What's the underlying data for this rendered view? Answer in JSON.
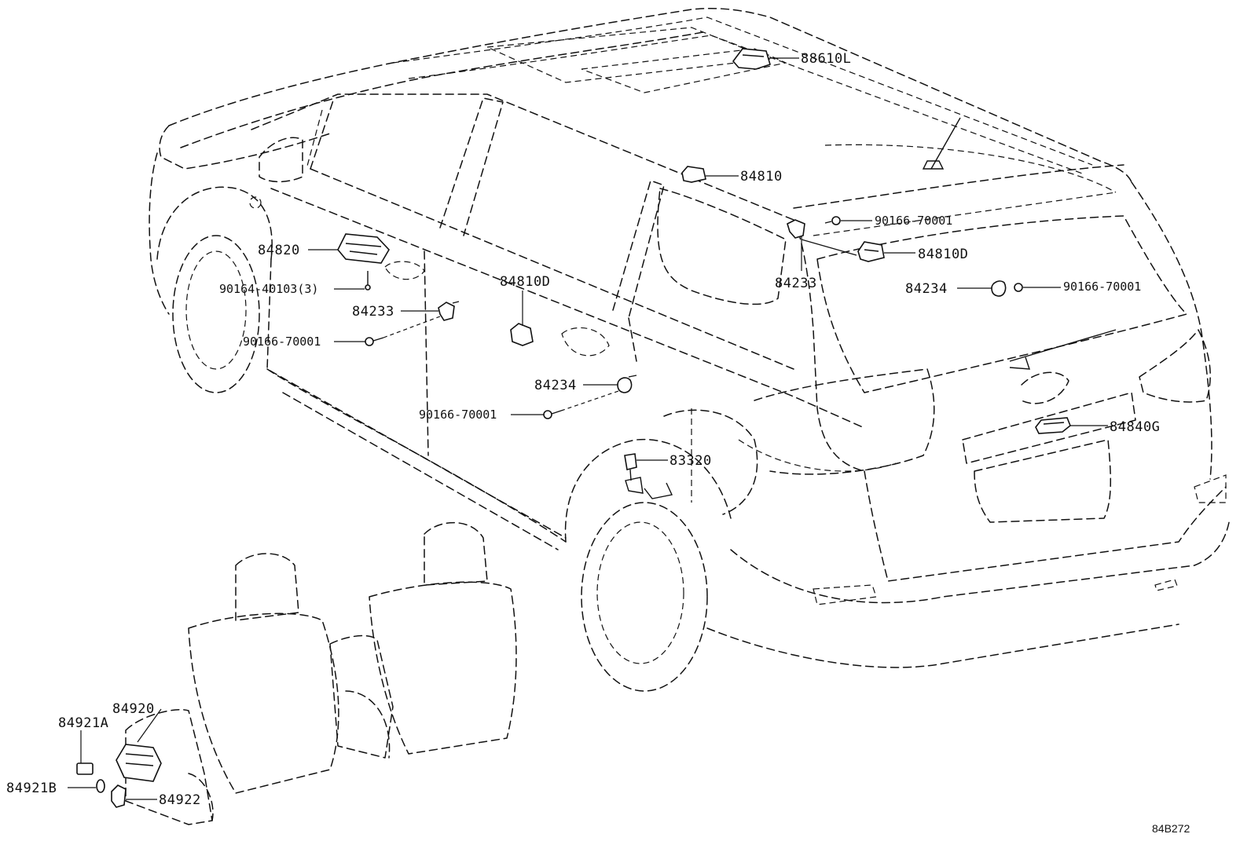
{
  "diagram": {
    "ref_code": "84B272",
    "callouts": {
      "p88610L": "88610L",
      "p84810_top": "84810",
      "p90166_top": "90166-70001",
      "p84810D_right": "84810D",
      "p84233_right": "84233",
      "p84234_right": "84234",
      "p90166_right": "90166-70001",
      "p84820": "84820",
      "p90164": "90164-40103(3)",
      "p84233_left": "84233",
      "p90166_left": "90166-70001",
      "p84810D_center": "84810D",
      "p84234_center": "84234",
      "p90166_center": "90166-70001",
      "p84840G": "84840G",
      "p83320": "83320",
      "p84920": "84920",
      "p84921A": "84921A",
      "p84921B": "84921B",
      "p84922": "84922"
    }
  }
}
